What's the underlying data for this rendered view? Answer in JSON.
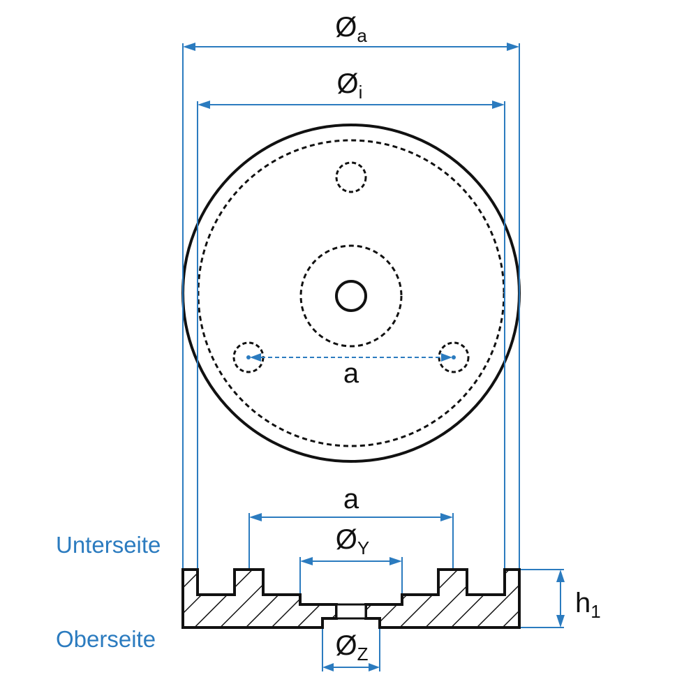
{
  "colors": {
    "outline": "#111111",
    "dimension": "#2b7bbf",
    "side_label": "#2b7bbf",
    "background": "#ffffff"
  },
  "dimensions": {
    "outer_diameter": {
      "symbol": "Ø",
      "sub": "a"
    },
    "inner_diameter": {
      "symbol": "Ø",
      "sub": "i"
    },
    "hole_spacing_top": "a",
    "hole_spacing_section": "a",
    "recess_diameter": {
      "symbol": "Ø",
      "sub": "Y"
    },
    "bore_diameter": {
      "symbol": "Ø",
      "sub": "Z"
    },
    "height": {
      "symbol": "h",
      "sub": "1"
    }
  },
  "side_labels": {
    "underside": "Unterseite",
    "topside": "Oberseite"
  }
}
